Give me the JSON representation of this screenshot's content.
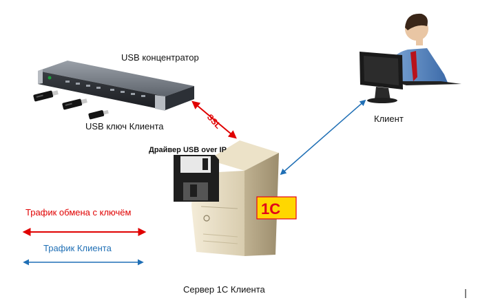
{
  "labels": {
    "usb_hub": "USB концентратор",
    "usb_key": "USB ключ Клиента",
    "ssl": "SSL",
    "driver": "Драйвер USB over IP",
    "client": "Клиент",
    "server": "Сервер 1С Клиента",
    "onec_logo": "1С"
  },
  "legend": {
    "key_traffic": "Трафик обмена с ключём",
    "client_traffic": "Трафик Клиента"
  },
  "colors": {
    "key_traffic": "#e00000",
    "client_traffic": "#1f6fb5",
    "onec_yellow": "#ffd700",
    "onec_red": "#e2001a"
  }
}
